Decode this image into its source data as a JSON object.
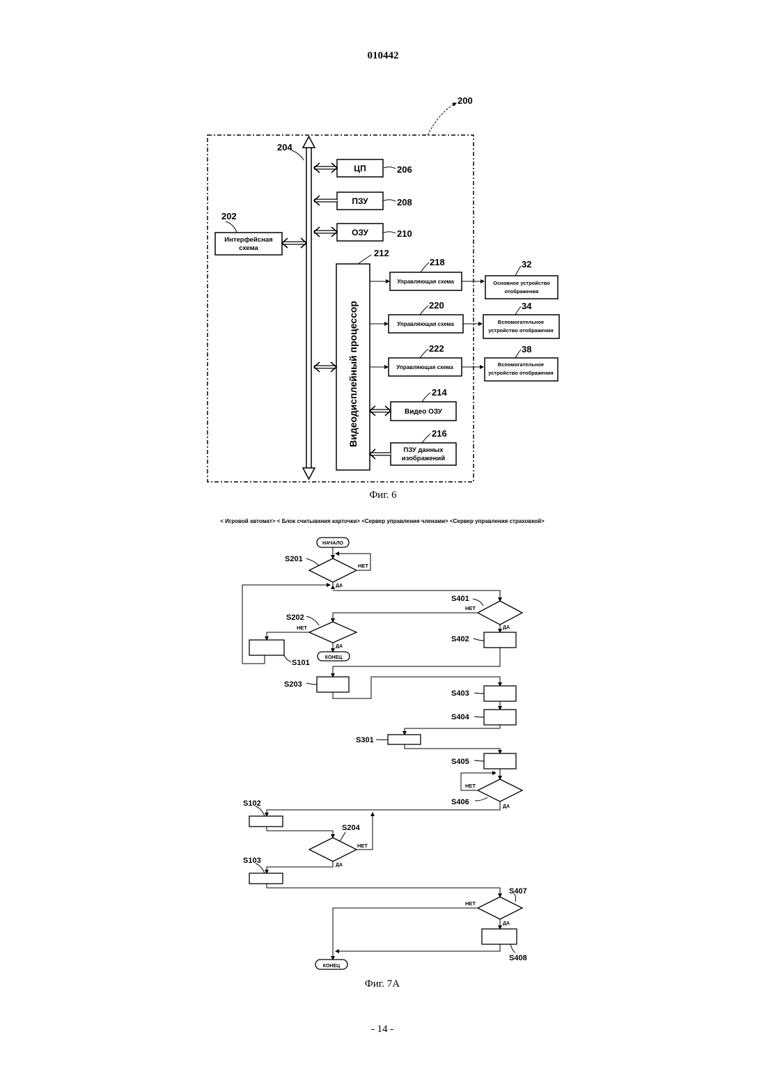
{
  "header": {
    "doc_number": "010442"
  },
  "fig6": {
    "ref_200": "200",
    "ref_202": "202",
    "ref_204": "204",
    "ref_206": "206",
    "ref_208": "208",
    "ref_210": "210",
    "ref_212": "212",
    "ref_214": "214",
    "ref_216": "216",
    "ref_218": "218",
    "ref_220": "220",
    "ref_222": "222",
    "ref_32": "32",
    "ref_34": "34",
    "ref_38": "38",
    "cpu": "ЦП",
    "rom": "ПЗУ",
    "ram": "ОЗУ",
    "interface_l1": "Интерфейсная",
    "interface_l2": "схема",
    "vdp": "Видеодисплейный процессор",
    "ctrl_218": "Управляющая схема",
    "ctrl_220": "Управляющая схема",
    "ctrl_222": "Управляющая схема",
    "main_display_l1": "Основное устройство",
    "main_display_l2": "отображения",
    "aux_display_34_l1": "Вспомогательное",
    "aux_display_34_l2": "устройство отображения",
    "aux_display_38_l1": "Вспомогательное",
    "aux_display_38_l2": "устройство отображения",
    "video_ram": "Видео ОЗУ",
    "image_rom_l1": "ПЗУ данных",
    "image_rom_l2": "изображений",
    "caption": "Фиг. 6"
  },
  "fig7a": {
    "lane_headers": "< Игровой автомат>  < Блок считывания карточки>  <Сервер управления членами>  <Сервер управления страховкой>",
    "start": "НАЧАЛО",
    "end_1": "КОНЕЦ",
    "end_2": "КОНЕЦ",
    "yes_s201": "ДА",
    "no_s201": "НЕТ",
    "yes_s401": "ДА",
    "no_s401": "НЕТ",
    "yes_s202": "ДА",
    "no_s202": "НЕТ",
    "yes_s406": "ДА",
    "no_s406": "НЕТ",
    "yes_s204": "ДА",
    "no_s204": "НЕТ",
    "yes_s407": "ДА",
    "no_s407": "НЕТ",
    "s201": "S201",
    "s202": "S202",
    "s101": "S101",
    "s203": "S203",
    "s401": "S401",
    "s402": "S402",
    "s403": "S403",
    "s404": "S404",
    "s301": "S301",
    "s405": "S405",
    "s406": "S406",
    "s102": "S102",
    "s204": "S204",
    "s103": "S103",
    "s407": "S407",
    "s408": "S408",
    "caption": "Фиг. 7A"
  },
  "footer": {
    "page_number": "- 14 -"
  }
}
